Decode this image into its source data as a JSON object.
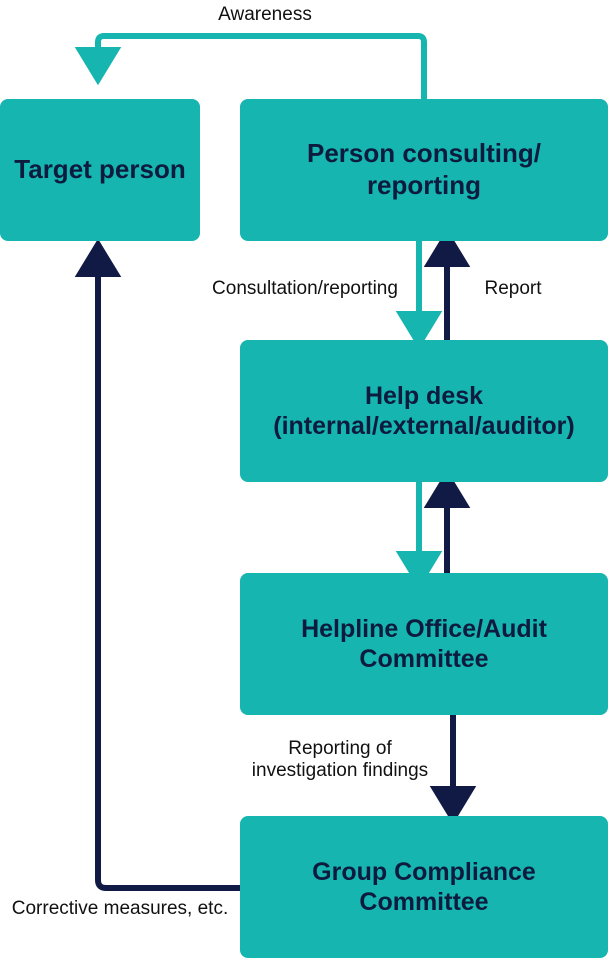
{
  "diagram": {
    "title": "Compliance consultation and reporting flow",
    "colors": {
      "box_fill": "#16b5b0",
      "box_text": "#0d1b3e",
      "teal_arrow": "#16b5b0",
      "navy_arrow": "#101a45",
      "label_text": "#111111",
      "background": "#ffffff"
    },
    "nodes": [
      {
        "id": "target-person",
        "label": "Target person"
      },
      {
        "id": "person-consulting-reporting",
        "label": "Person consulting/\nreporting"
      },
      {
        "id": "help-desk",
        "label": "Help desk\n(internal/external/auditor)"
      },
      {
        "id": "helpline-office-audit-committee",
        "label": "Helpline Office/Audit\nCommittee"
      },
      {
        "id": "group-compliance-committee",
        "label": "Group Compliance\nCommittee"
      }
    ],
    "edge_labels": [
      {
        "id": "awareness",
        "text": "Awareness"
      },
      {
        "id": "consultation-reporting",
        "text": "Consultation/reporting"
      },
      {
        "id": "report",
        "text": "Report"
      },
      {
        "id": "reporting-of-investigation-findings",
        "text": "Reporting of\ninvestigation findings"
      },
      {
        "id": "corrective-measures",
        "text": "Corrective measures, etc."
      }
    ]
  }
}
